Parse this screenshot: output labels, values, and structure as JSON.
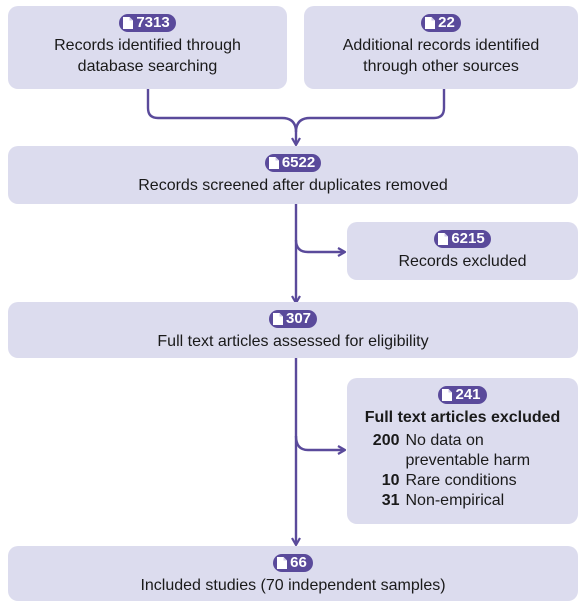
{
  "boxes": {
    "identified_db": {
      "count": "7313",
      "label": "Records identified through database searching"
    },
    "identified_other": {
      "count": "22",
      "label": "Additional records identified through other sources"
    },
    "screened": {
      "count": "6522",
      "label": "Records screened after duplicates removed"
    },
    "excluded_records": {
      "count": "6215",
      "label": "Records excluded"
    },
    "full_text": {
      "count": "307",
      "label": "Full text articles assessed for eligibility"
    },
    "excluded_full_text": {
      "count": "241",
      "label": "Full text articles excluded",
      "reasons": [
        {
          "n": "200",
          "label": "No data on preventable harm"
        },
        {
          "n": "10",
          "label": "Rare conditions"
        },
        {
          "n": "31",
          "label": "Non-empirical"
        }
      ]
    },
    "included": {
      "count": "66",
      "label": "Included studies (70 independent samples)"
    }
  },
  "colors": {
    "box_fill": "#dcdcee",
    "accent": "#5a4a9b"
  },
  "icons": {
    "badge_icon": "document-icon",
    "arrow": "arrow-head"
  }
}
